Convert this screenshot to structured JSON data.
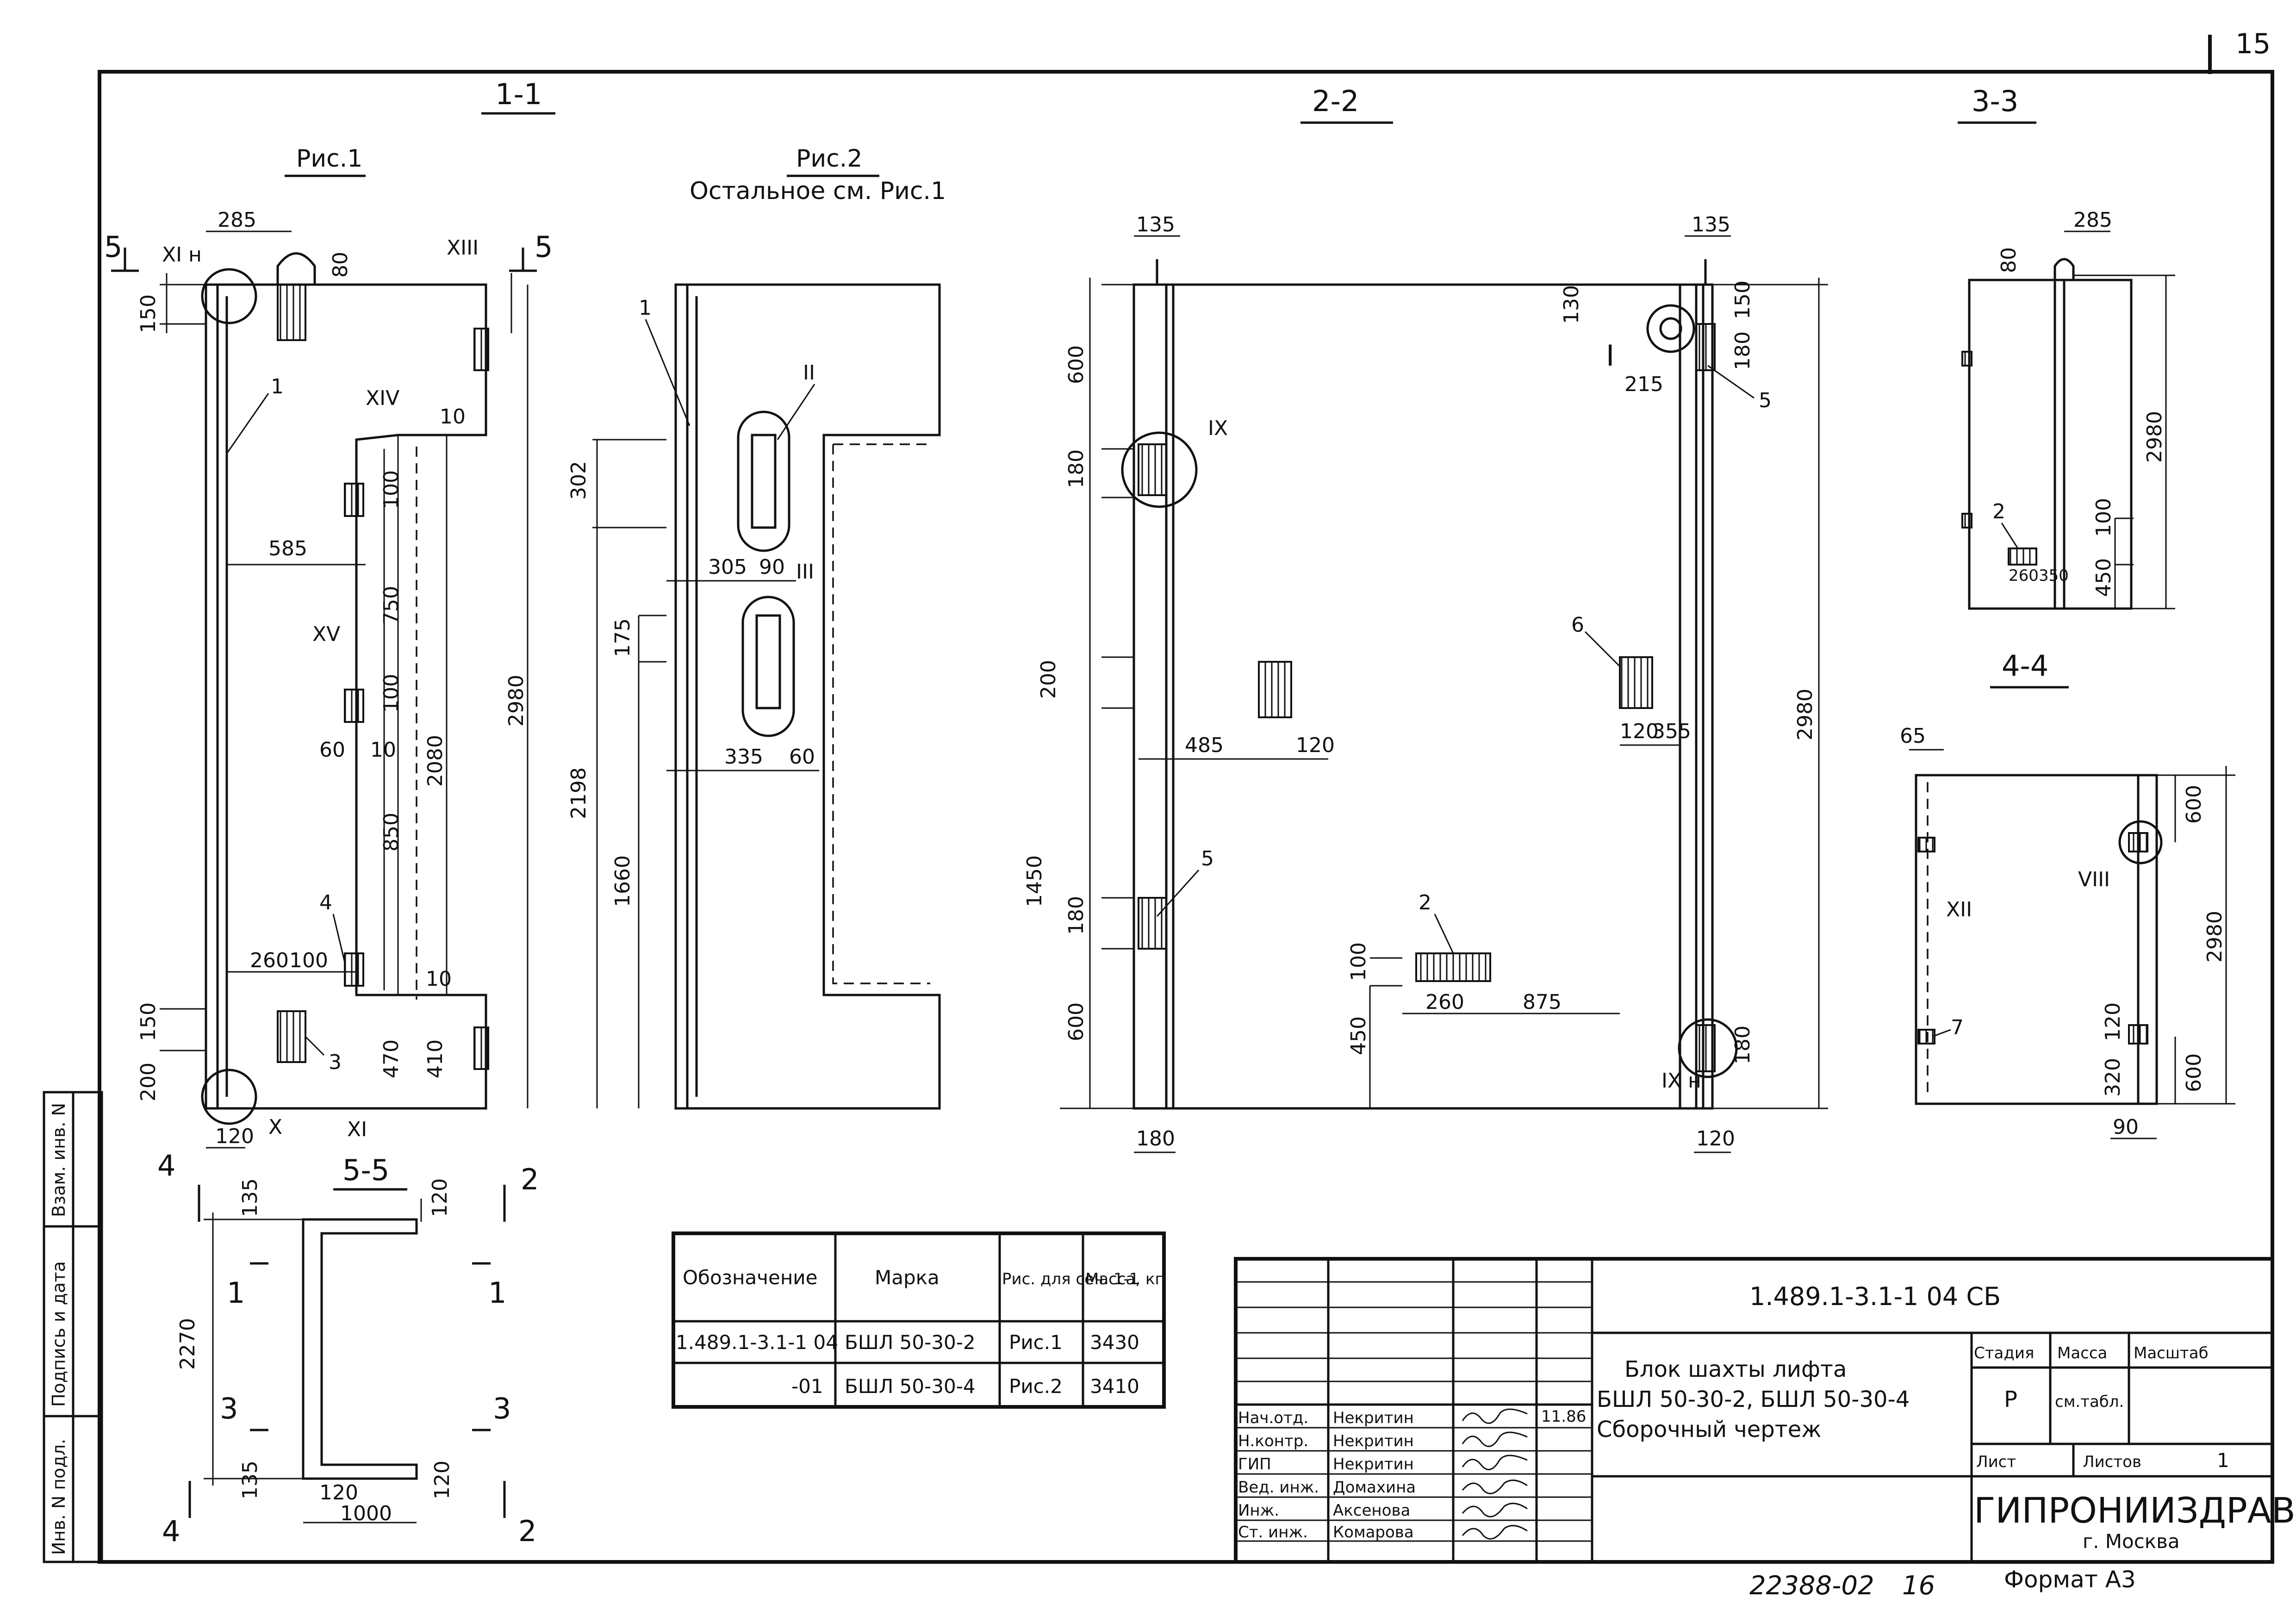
{
  "page": {
    "sheet_number_top": "15"
  },
  "views": {
    "s11": {
      "title": "1-1",
      "fig": "Рис.1"
    },
    "fig2": {
      "title": "Рис.2",
      "note": "Остальное см. Рис.1"
    },
    "s22": {
      "title": "2-2"
    },
    "s33": {
      "title": "3-3"
    },
    "s44": {
      "title": "4-4"
    },
    "s55": {
      "title": "5-5"
    }
  },
  "dims": {
    "s11": [
      "285",
      "80",
      "150",
      "2980",
      "585",
      "750",
      "100",
      "100",
      "850",
      "2080",
      "60",
      "10",
      "260",
      "100",
      "150",
      "200",
      "470",
      "410",
      "120",
      "10",
      "10"
    ],
    "fig2": [
      "302",
      "2198",
      "175",
      "1660",
      "305",
      "90",
      "335",
      "60"
    ],
    "s22": [
      "135",
      "135",
      "600",
      "180",
      "200",
      "485",
      "120",
      "120",
      "355",
      "1450",
      "180",
      "600",
      "450",
      "100",
      "260",
      "875",
      "180",
      "180",
      "130",
      "215",
      "150",
      "180",
      "120",
      "2980"
    ],
    "s33": [
      "285",
      "80",
      "2980",
      "100",
      "450",
      "260",
      "350"
    ],
    "s44": [
      "65",
      "600",
      "2980",
      "120",
      "320",
      "600",
      "90"
    ],
    "s55": [
      "135",
      "120",
      "2270",
      "135",
      "120",
      "1000",
      "120"
    ]
  },
  "callouts": {
    "s11": [
      "1",
      "4",
      "3",
      "XI н",
      "XIII",
      "XIV",
      "XV",
      "X",
      "XI",
      "5",
      "5"
    ],
    "fig2": [
      "1",
      "II",
      "III"
    ],
    "s22": [
      "IX",
      "5",
      "6",
      "2",
      "I",
      "5",
      "IX н"
    ],
    "s33": [
      "2"
    ],
    "s44": [
      "XII",
      "VIII",
      "7"
    ],
    "s55": [
      "4",
      "4",
      "2",
      "2",
      "1",
      "1",
      "3",
      "3"
    ]
  },
  "spec_table": {
    "headers": [
      "Обозначение",
      "Марка",
      "Рис. для сеч. 1-1",
      "Масса, кг"
    ],
    "rows": [
      [
        "1.489.1-3.1-1 04",
        "БШЛ 50-30-2",
        "Рис.1",
        "3430"
      ],
      [
        "-01",
        "БШЛ 50-30-4",
        "Рис.2",
        "3410"
      ]
    ]
  },
  "title_block": {
    "code": "1.489.1-3.1-1 04 СБ",
    "name_l1": "Блок шахты лифта",
    "name_l2": "БШЛ 50-30-2, БШЛ 50-30-4",
    "name_l3": "Сборочный чертеж",
    "stage_h": "Стадия",
    "mass_h": "Масса",
    "scale_h": "Масштаб",
    "stage": "Р",
    "mass": "см.табл.",
    "sheet_h": "Лист",
    "sheets_h": "Листов",
    "sheets": "1",
    "org": "ГИПРОНИИЗДРАВ",
    "city": "г. Москва",
    "date": "11.86",
    "signers": [
      {
        "role": "Нач.отд.",
        "name": "Некритин"
      },
      {
        "role": "Н.контр.",
        "name": "Некритин"
      },
      {
        "role": "ГИП",
        "name": "Некритин"
      },
      {
        "role": "Вед. инж.",
        "name": "Домахина"
      },
      {
        "role": "Инж.",
        "name": "Аксенова"
      },
      {
        "role": "Ст. инж.",
        "name": "Комарова"
      }
    ]
  },
  "side_strip": [
    "Инв. N подл.",
    "Подпись и дата",
    "Взам. инв. N"
  ],
  "footer": {
    "doc": "22388-02",
    "page": "16",
    "format": "Формат А3"
  }
}
